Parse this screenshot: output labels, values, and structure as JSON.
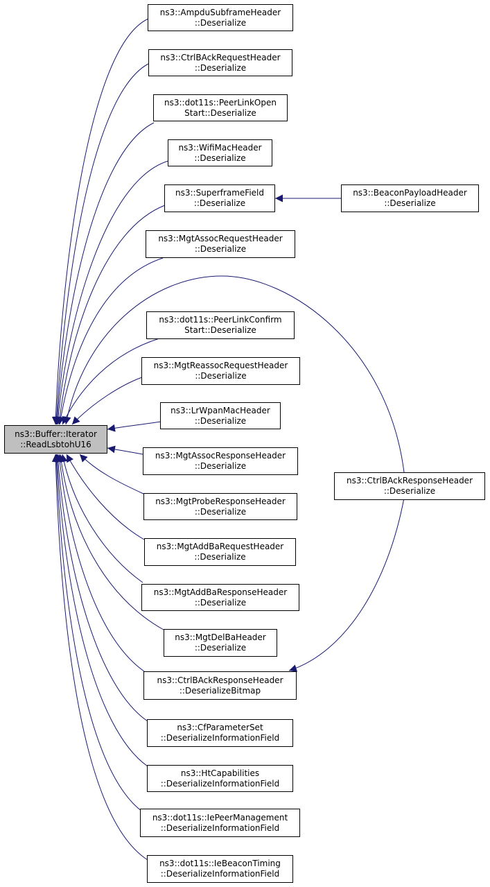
{
  "colors": {
    "edge": "#191970",
    "root_fill": "#bfbfbf",
    "node_fill": "#ffffff",
    "border": "#000000"
  },
  "root": {
    "line1": "ns3::Buffer::Iterator",
    "line2": "::ReadLsbtohU16"
  },
  "callers": [
    {
      "line1": "ns3::AmpduSubframeHeader",
      "line2": "::Deserialize"
    },
    {
      "line1": "ns3::CtrlBAckRequestHeader",
      "line2": "::Deserialize"
    },
    {
      "line1": "ns3::dot11s::PeerLinkOpen",
      "line2": "Start::Deserialize"
    },
    {
      "line1": "ns3::WifiMacHeader",
      "line2": "::Deserialize"
    },
    {
      "line1": "ns3::SuperframeField",
      "line2": "::Deserialize"
    },
    {
      "line1": "ns3::MgtAssocRequestHeader",
      "line2": "::Deserialize"
    },
    {
      "line1": "ns3::dot11s::PeerLinkConfirm",
      "line2": "Start::Deserialize"
    },
    {
      "line1": "ns3::MgtReassocRequestHeader",
      "line2": "::Deserialize"
    },
    {
      "line1": "ns3::LrWpanMacHeader",
      "line2": "::Deserialize"
    },
    {
      "line1": "ns3::MgtAssocResponseHeader",
      "line2": "::Deserialize"
    },
    {
      "line1": "ns3::MgtProbeResponseHeader",
      "line2": "::Deserialize"
    },
    {
      "line1": "ns3::MgtAddBaRequestHeader",
      "line2": "::Deserialize"
    },
    {
      "line1": "ns3::MgtAddBaResponseHeader",
      "line2": "::Deserialize"
    },
    {
      "line1": "ns3::MgtDelBaHeader",
      "line2": "::Deserialize"
    },
    {
      "line1": "ns3::CtrlBAckResponseHeader",
      "line2": "::DeserializeBitmap"
    },
    {
      "line1": "ns3::CfParameterSet",
      "line2": "::DeserializeInformationField"
    },
    {
      "line1": "ns3::HtCapabilities",
      "line2": "::DeserializeInformationField"
    },
    {
      "line1": "ns3::dot11s::IePeerManagement",
      "line2": "::DeserializeInformationField"
    },
    {
      "line1": "ns3::dot11s::IeBeaconTiming",
      "line2": "::DeserializeInformationField"
    }
  ],
  "secondary": [
    {
      "line1": "ns3::BeaconPayloadHeader",
      "line2": "::Deserialize"
    },
    {
      "line1": "ns3::CtrlBAckResponseHeader",
      "line2": "::Deserialize"
    }
  ]
}
